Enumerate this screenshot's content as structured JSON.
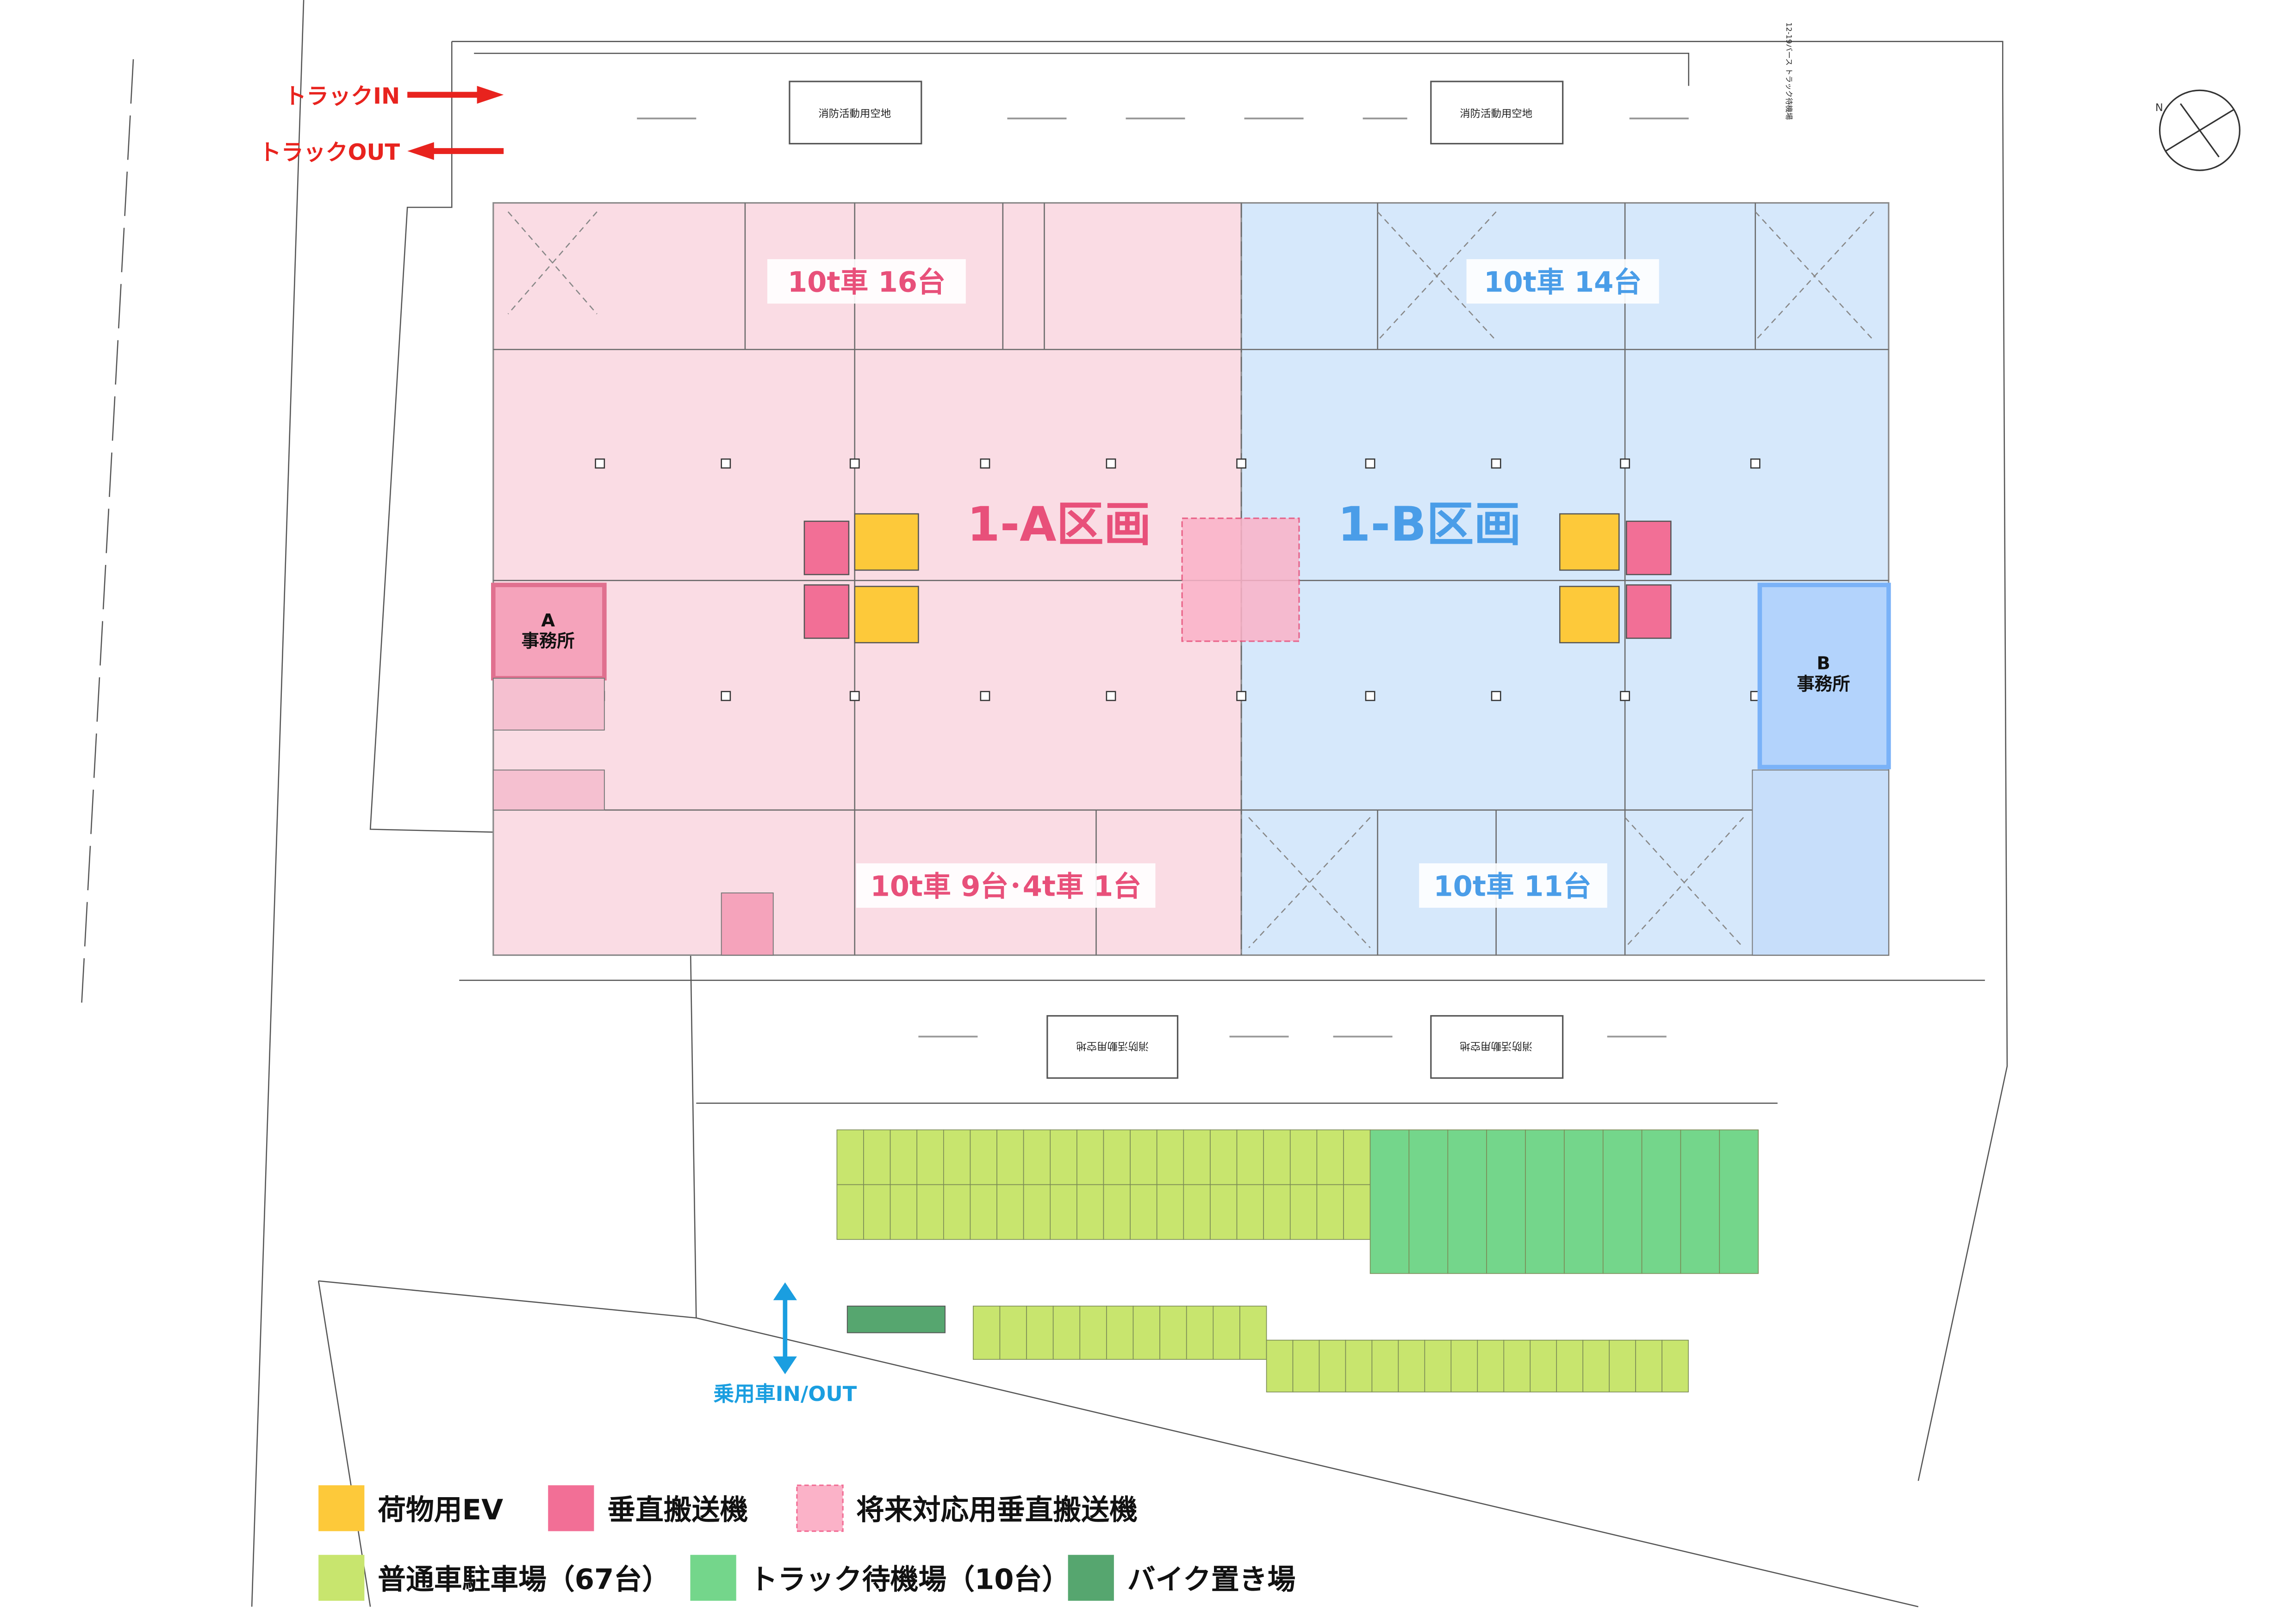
{
  "truck_flow": {
    "in_label": "トラックIN",
    "out_label": "トラックOUT",
    "color": "#e8231e"
  },
  "car_flow": {
    "label": "乗用車IN/OUT",
    "color": "#1a9ee0"
  },
  "zones": [
    {
      "name": "1-A区画",
      "color": "#e8507a",
      "fill": "#fadce4",
      "berth_top": "10t車 16台",
      "berth_bottom": "10t車 9台･4t車 1台",
      "office_letter": "A",
      "office_label": "事務所"
    },
    {
      "name": "1-B区画",
      "color": "#4a9de8",
      "fill": "#d6e8fb",
      "berth_top": "10t車 14台",
      "berth_bottom": "10t車 11台",
      "office_letter": "B",
      "office_label": "事務所"
    }
  ],
  "fire_areas": [
    "消防活動用空地",
    "消防活動用空地",
    "消防活動用空地",
    "消防活動用空地"
  ],
  "truck_wait_note": "12-19バース トラック待機場",
  "legend": [
    {
      "label": "荷物用EV",
      "color": "#fdc93a",
      "dashed": false
    },
    {
      "label": "垂直搬送機",
      "color": "#f26f96",
      "dashed": false
    },
    {
      "label": "将来対応用垂直搬送機",
      "color": "#fbb2c8",
      "dashed": true
    },
    {
      "label": "普通車駐車場（67台）",
      "color": "#c8e56e",
      "dashed": false
    },
    {
      "label": "トラック待機場（10台）",
      "color": "#74d68b",
      "dashed": false
    },
    {
      "label": "バイク置き場",
      "color": "#56a66f",
      "dashed": false
    }
  ],
  "compass": {
    "label": "N"
  }
}
